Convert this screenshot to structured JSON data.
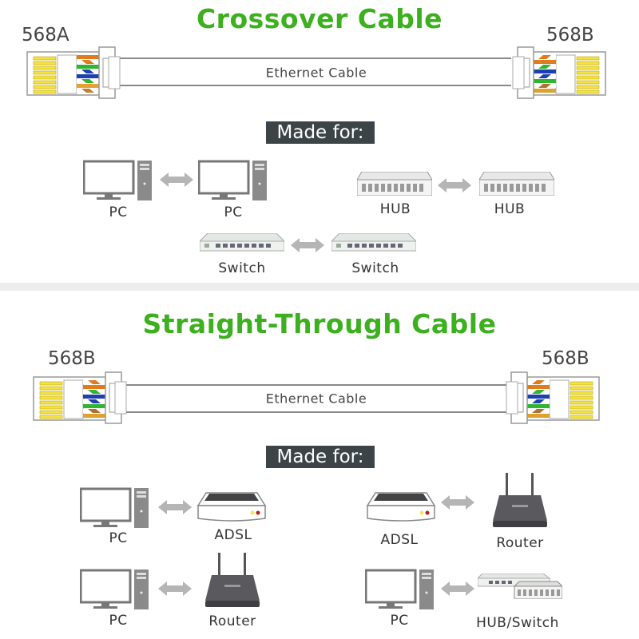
{
  "crossover": {
    "title": "Crossover Cable",
    "left_standard": "568A",
    "right_standard": "568B",
    "cable_label": "Ethernet Cable",
    "made_for": "Made for:",
    "pairs": [
      {
        "left": "PC",
        "right": "PC",
        "left_icon": "pc",
        "right_icon": "pc"
      },
      {
        "left": "HUB",
        "right": "HUB",
        "left_icon": "hub",
        "right_icon": "hub"
      },
      {
        "left": "Switch",
        "right": "Switch",
        "left_icon": "switch",
        "right_icon": "switch"
      }
    ]
  },
  "straight": {
    "title": "Straight-Through Cable",
    "left_standard": "568B",
    "right_standard": "568B",
    "cable_label": "Ethernet Cable",
    "made_for": "Made for:",
    "pairs": [
      {
        "left": "PC",
        "right": "ADSL",
        "left_icon": "pc",
        "right_icon": "adsl"
      },
      {
        "left": "ADSL",
        "right": "Router",
        "left_icon": "adsl",
        "right_icon": "router"
      },
      {
        "left": "PC",
        "right": "Router",
        "left_icon": "pc",
        "right_icon": "router"
      },
      {
        "left": "PC",
        "right": "HUB/Switch",
        "left_icon": "pc",
        "right_icon": "hub-switch"
      }
    ]
  },
  "colors": {
    "title_green": "#3cb01e",
    "badge_bg": "#3d4447",
    "arrow_gray": "#b5b5b5",
    "contact_yellow": "#f5e23c",
    "wires_568A": [
      "#e07b1e",
      "stripe:#e07b1e",
      "#2fb52f",
      "stripe:#1f3fb0",
      "#1f3fb0",
      "stripe:#2fb52f",
      "#e8a030",
      "stripe:#c08030"
    ],
    "wires_568B": [
      "stripe:#e07b1e",
      "#e07b1e",
      "stripe:#2fb52f",
      "#1f3fb0",
      "stripe:#1f3fb0",
      "#2fb52f",
      "stripe:#b07030",
      "#e0a030"
    ]
  }
}
